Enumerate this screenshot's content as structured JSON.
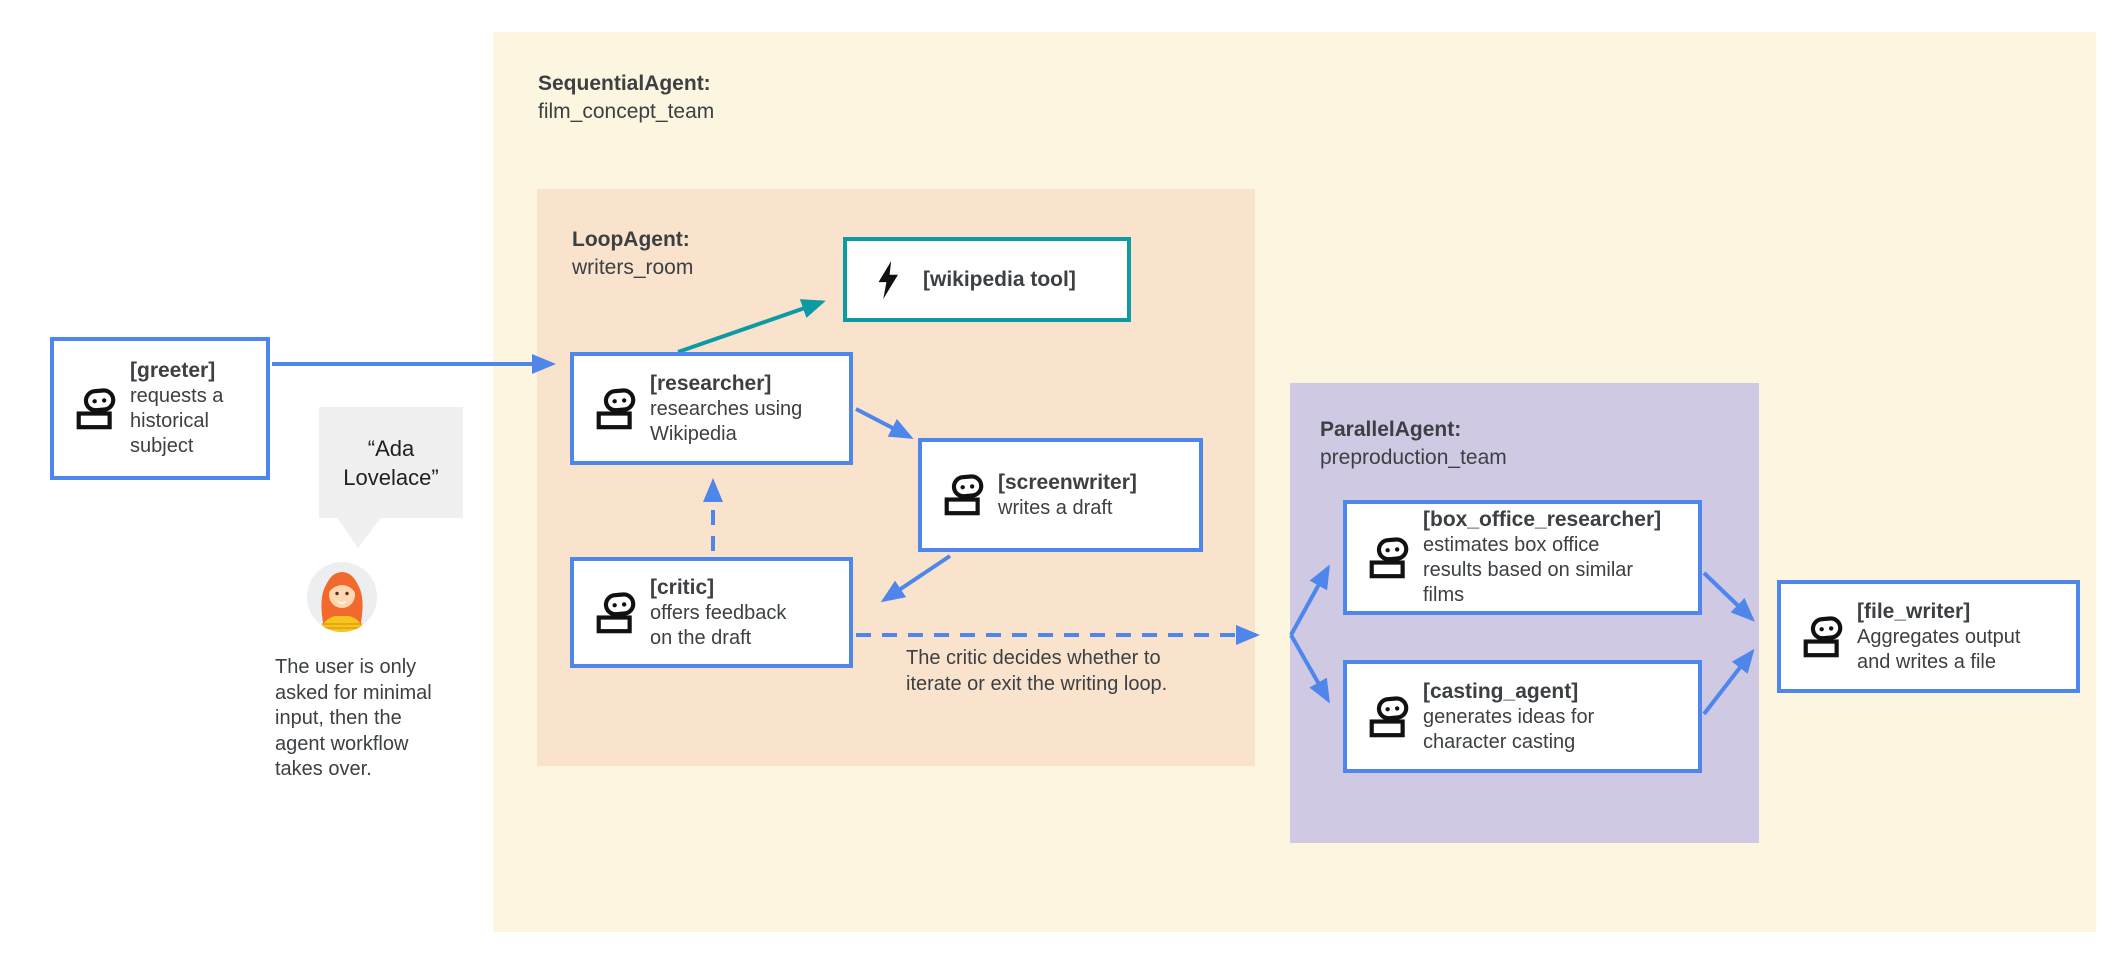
{
  "diagram": {
    "regions": {
      "sequential": {
        "title": "SequentialAgent:",
        "subtitle": "film_concept_team"
      },
      "loop": {
        "title": "LoopAgent:",
        "subtitle": "writers_room"
      },
      "parallel": {
        "title": "ParallelAgent:",
        "subtitle": "preproduction_team"
      }
    },
    "nodes": {
      "greeter": {
        "title": "[greeter]",
        "desc_lines": [
          "requests a",
          "historical",
          "subject"
        ],
        "icon": "robot-icon"
      },
      "researcher": {
        "title": "[researcher]",
        "desc_lines": [
          "researches using",
          "Wikipedia"
        ],
        "icon": "robot-icon"
      },
      "wikipedia_tool": {
        "title": "[wikipedia tool]",
        "desc_lines": [],
        "icon": "lightning-icon"
      },
      "screenwriter": {
        "title": "[screenwriter]",
        "desc_lines": [
          "writes a draft"
        ],
        "icon": "robot-icon"
      },
      "critic": {
        "title": "[critic]",
        "desc_lines": [
          "offers feedback",
          "on the draft"
        ],
        "icon": "robot-icon"
      },
      "box_office_researcher": {
        "title": "[box_office_researcher]",
        "desc_lines": [
          "estimates box office",
          "results based on similar",
          "films"
        ],
        "icon": "robot-icon"
      },
      "casting_agent": {
        "title": "[casting_agent]",
        "desc_lines": [
          "generates ideas for",
          "character casting"
        ],
        "icon": "robot-icon"
      },
      "file_writer": {
        "title": "[file_writer]",
        "desc_lines": [
          "Aggregates output",
          "and writes a file"
        ],
        "icon": "robot-icon"
      }
    },
    "annotations": {
      "speech_bubble_lines": [
        "“Ada",
        "Lovelace”"
      ],
      "user_note_lines": [
        "The user is only",
        "asked for minimal",
        "input, then the",
        "agent workflow",
        "takes over."
      ],
      "critic_note_lines": [
        "The critic decides whether to",
        "iterate or exit the writing loop."
      ]
    },
    "colors": {
      "arrow_blue": "#4E86EC",
      "tool_teal": "#0E9AA5",
      "sequential_bg": "#FCF6E0",
      "loop_bg": "#FAE3CD",
      "parallel_bg": "#CFC9E4",
      "text": "#3C4043",
      "bubble_bg": "#F0F0F1"
    }
  }
}
